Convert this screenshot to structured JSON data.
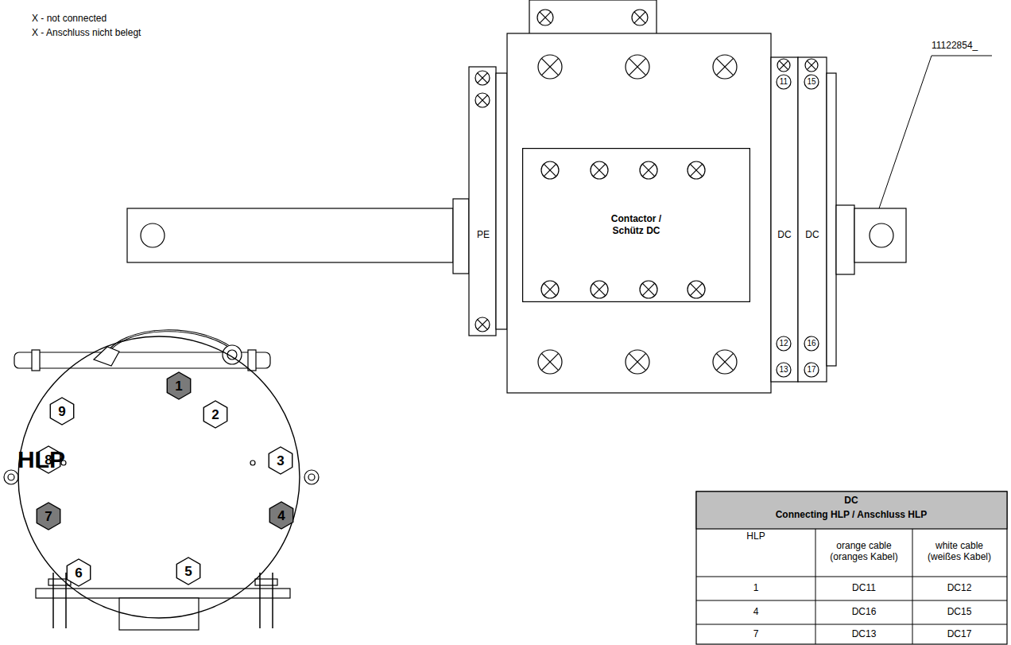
{
  "diagram": {
    "nodes": [
      {
        "text": [
          "Contactor / Schütz DC"
        ]
      },
      {
        "text": [
          "HLP"
        ]
      },
      {
        "text": [
          "1"
        ],
        "in": 1
      },
      {
        "text": [
          "2"
        ],
        "in": 1
      },
      {
        "text": [
          "3"
        ],
        "in": 1
      },
      {
        "text": [
          "4"
        ],
        "in": 1
      },
      {
        "text": [
          "5"
        ],
        "in": 1
      },
      {
        "text": [
          "6"
        ],
        "in": 1
      },
      {
        "text": [
          "7"
        ],
        "in": 1
      },
      {
        "text": [
          "8"
        ],
        "in": 1
      },
      {
        "text": [
          "9"
        ],
        "in": 1
      }
    ],
    "labels": [
      "X - not connected",
      "X - Anschluss nicht belegt",
      "PE",
      "DC",
      "DC",
      "11",
      "15",
      "12",
      "16",
      "13",
      "17",
      "11122854_",
      "DC",
      "Connecting HLP / Anschluss HLP",
      "HLP",
      "orange cable (oranges Kabel)",
      "white cable (weißes Kabel)",
      "1",
      "DC11",
      "DC12",
      "4",
      "DC16",
      "DC15",
      "7",
      "DC13",
      "DC17"
    ]
  }
}
